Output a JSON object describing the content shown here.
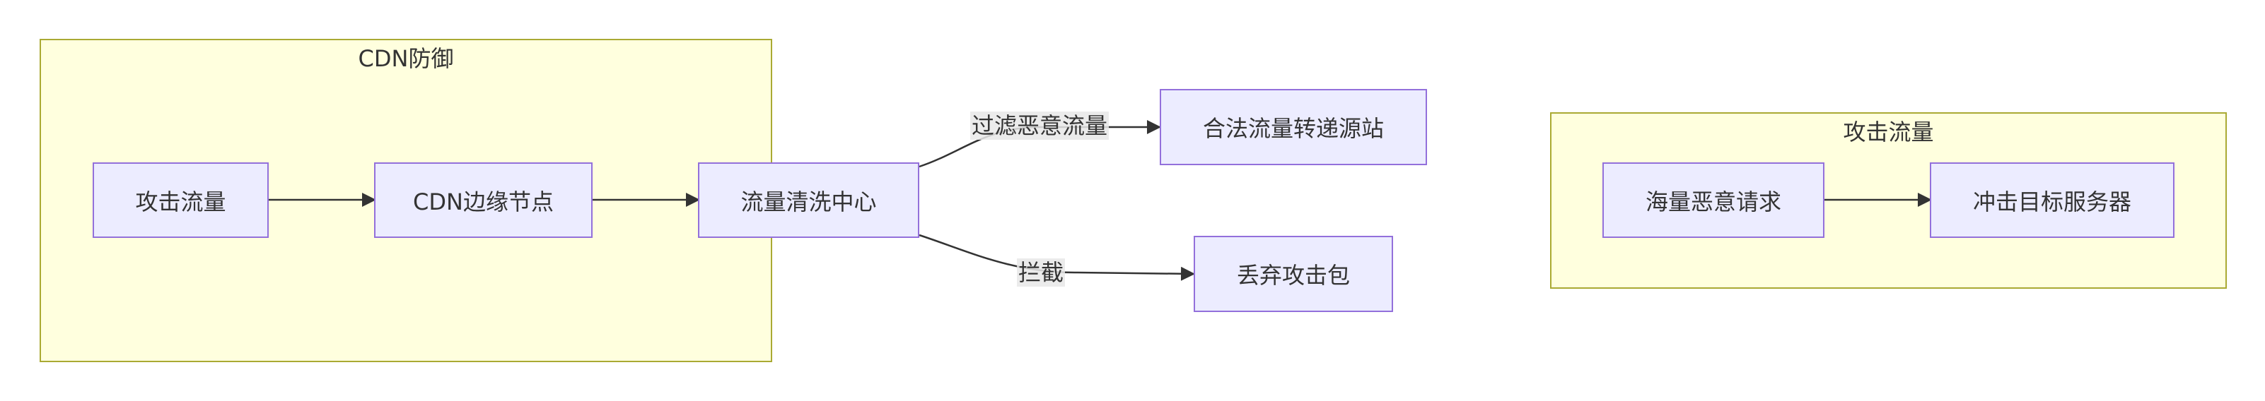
{
  "clusters": {
    "cdn": {
      "title": "CDN防御"
    },
    "attack": {
      "title": "攻击流量"
    }
  },
  "nodes": {
    "attack_traffic": "攻击流量",
    "cdn_edge": "CDN边缘节点",
    "scrubbing": "流量清洗中心",
    "forward": "合法流量转递源站",
    "drop": "丢弃攻击包",
    "malicious": "海量恶意请求",
    "target": "冲击目标服务器"
  },
  "edge_labels": {
    "filter": "过滤恶意流量",
    "block": "拦截"
  },
  "colors": {
    "cluster_fill": "#ffffde",
    "cluster_border": "#aaaa33",
    "node_fill": "#ececff",
    "node_border": "#9370db",
    "edge": "#333333",
    "label_bg": "#e8e8e8"
  }
}
